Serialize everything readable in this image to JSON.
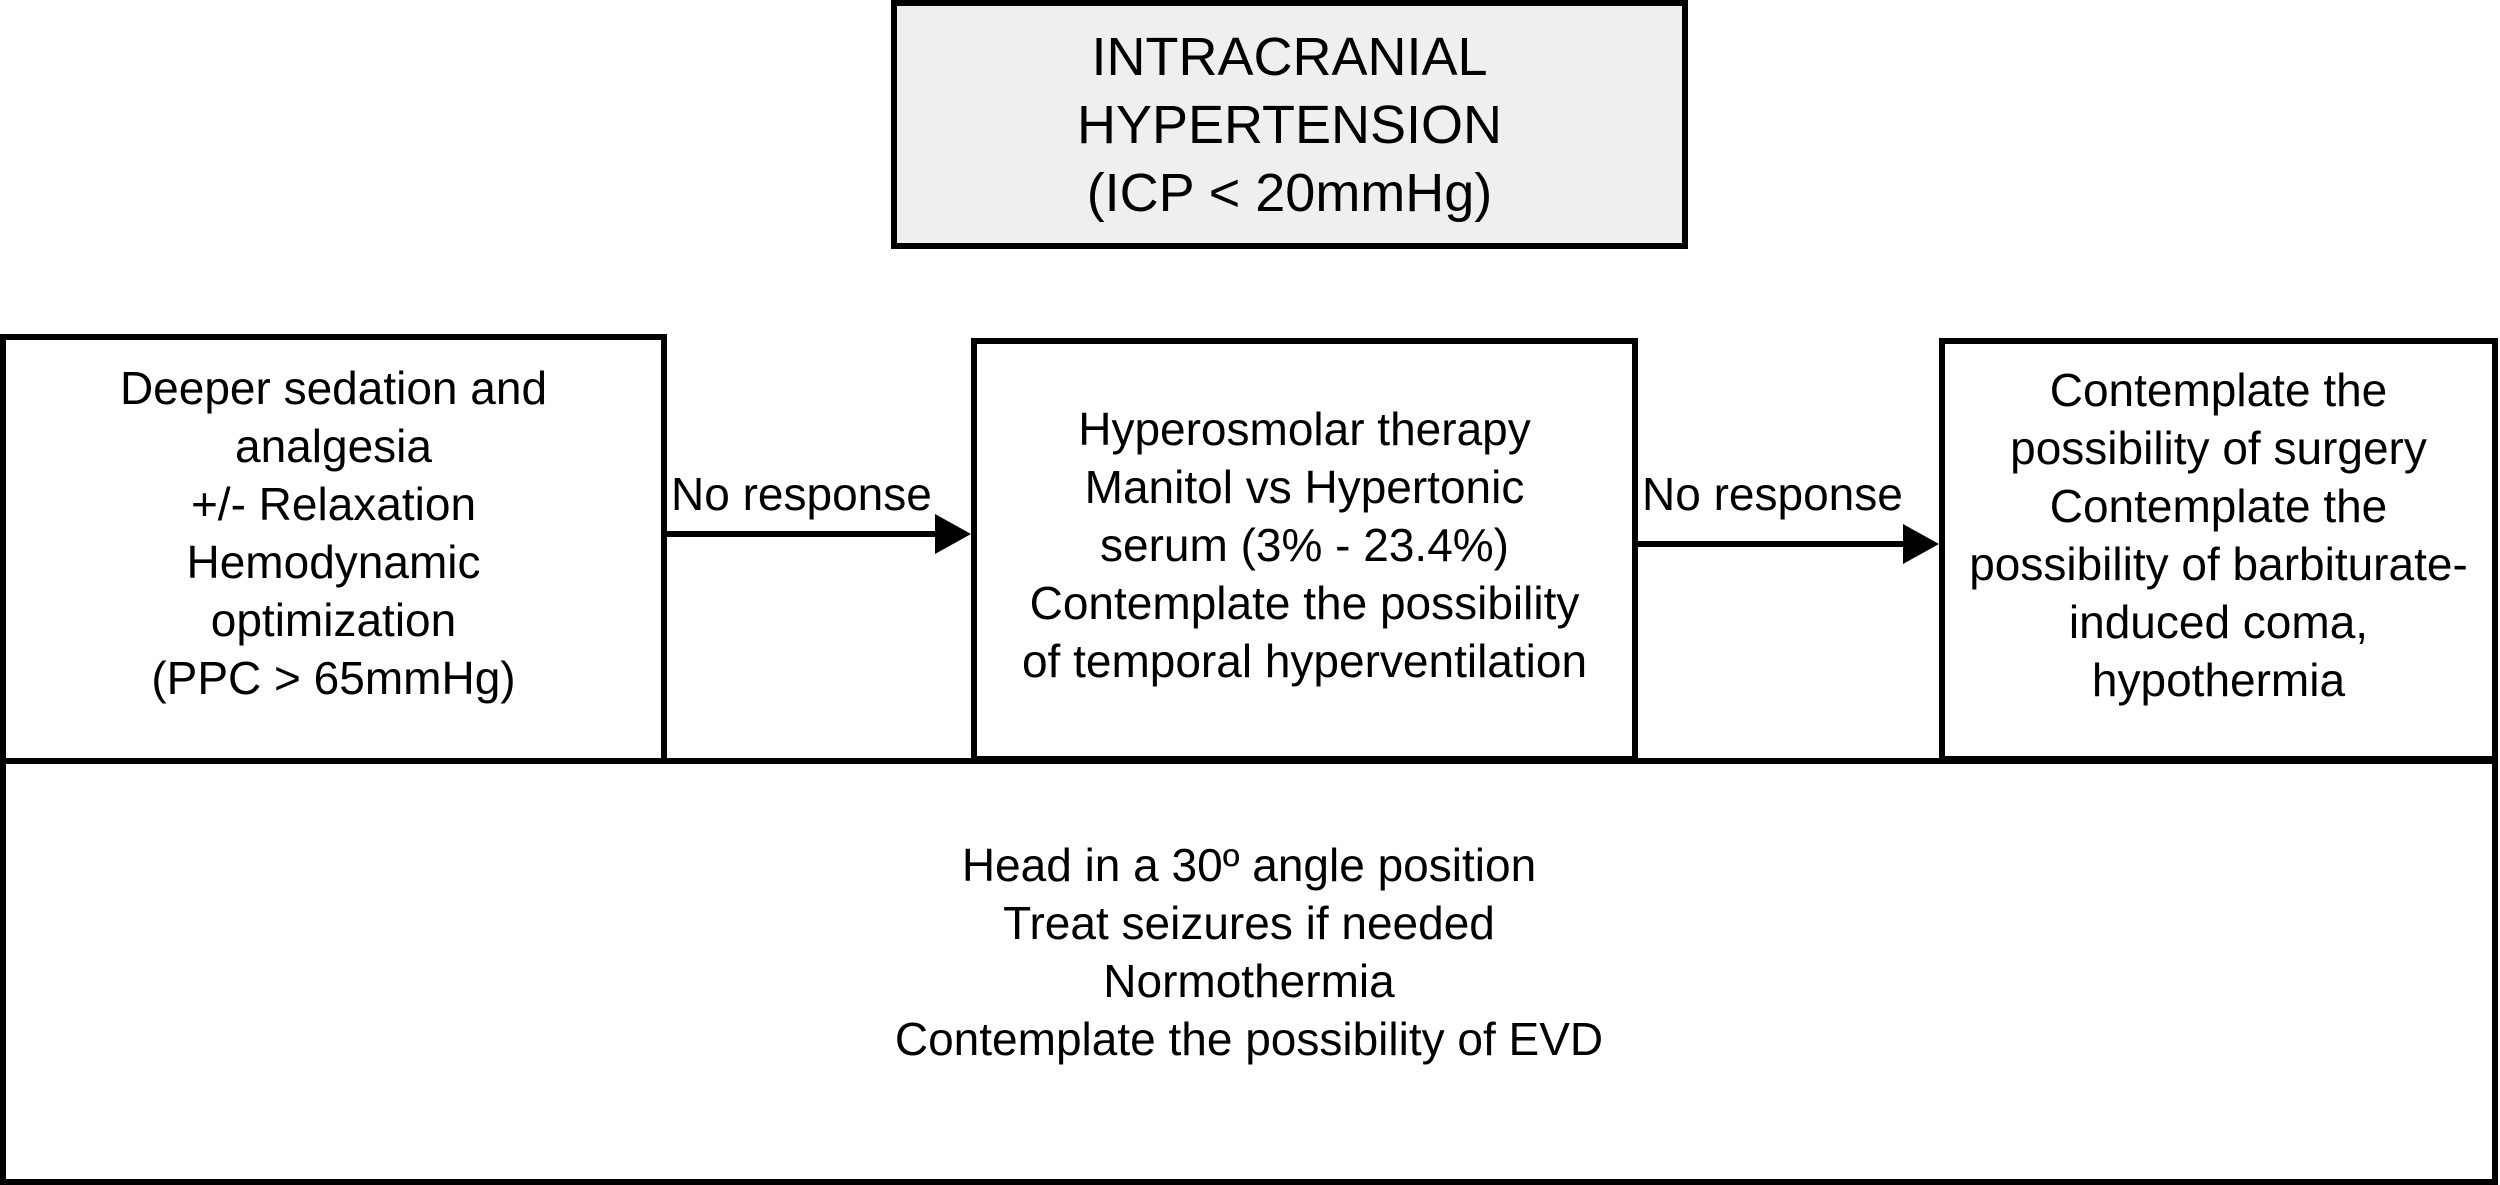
{
  "title": {
    "lines": [
      "INTRACRANIAL",
      "HYPERTENSION",
      "(ICP < 20mmHg)"
    ]
  },
  "step1": {
    "lines": [
      "Deeper sedation and",
      "analgesia",
      "+/- Relaxation",
      "Hemodynamic",
      "optimization",
      "(PPC > 65mmHg)"
    ]
  },
  "arrow1_label": "No response",
  "step2": {
    "lines": [
      "Hyperosmolar therapy",
      "Manitol vs Hypertonic",
      "serum (3% - 23.4%)",
      "Contemplate the possibility",
      "of temporal hyperventilation"
    ]
  },
  "arrow2_label": "No response",
  "step3": {
    "lines": [
      "Contemplate the",
      "possibility of surgery",
      "Contemplate the",
      "possibility of barbiturate-",
      "induced coma,",
      "hypothermia"
    ]
  },
  "general": {
    "lines": [
      "Head in a 30º angle position",
      "Treat seizures if needed",
      "Normothermia",
      "Contemplate the possibility of EVD"
    ]
  }
}
